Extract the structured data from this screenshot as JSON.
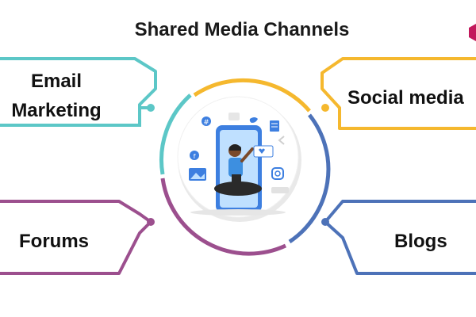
{
  "title": "Shared Media Channels",
  "channels": {
    "email": {
      "label": "Email Marketing",
      "line1": "Email",
      "line2": "Marketing",
      "color": "#5cc7c7"
    },
    "social": {
      "label": "Social media",
      "color": "#f5b82e"
    },
    "forums": {
      "label": "Forums",
      "color": "#9c4f8e"
    },
    "blogs": {
      "label": "Blogs",
      "color": "#4d72b8"
    }
  },
  "center": {
    "illustration": "person-on-smartphone-with-social-icons",
    "icons": [
      "hashtag-icon",
      "twitter-icon",
      "facebook-icon",
      "image-icon",
      "heart-icon",
      "instagram-icon",
      "document-icon",
      "share-icon"
    ]
  },
  "colors": {
    "accent_brand": "#c2185b",
    "phone_blue": "#3d7fe0",
    "skin": "#7a4a2a",
    "shirt": "#3d8fe0",
    "pants": "#2a2a2a"
  }
}
